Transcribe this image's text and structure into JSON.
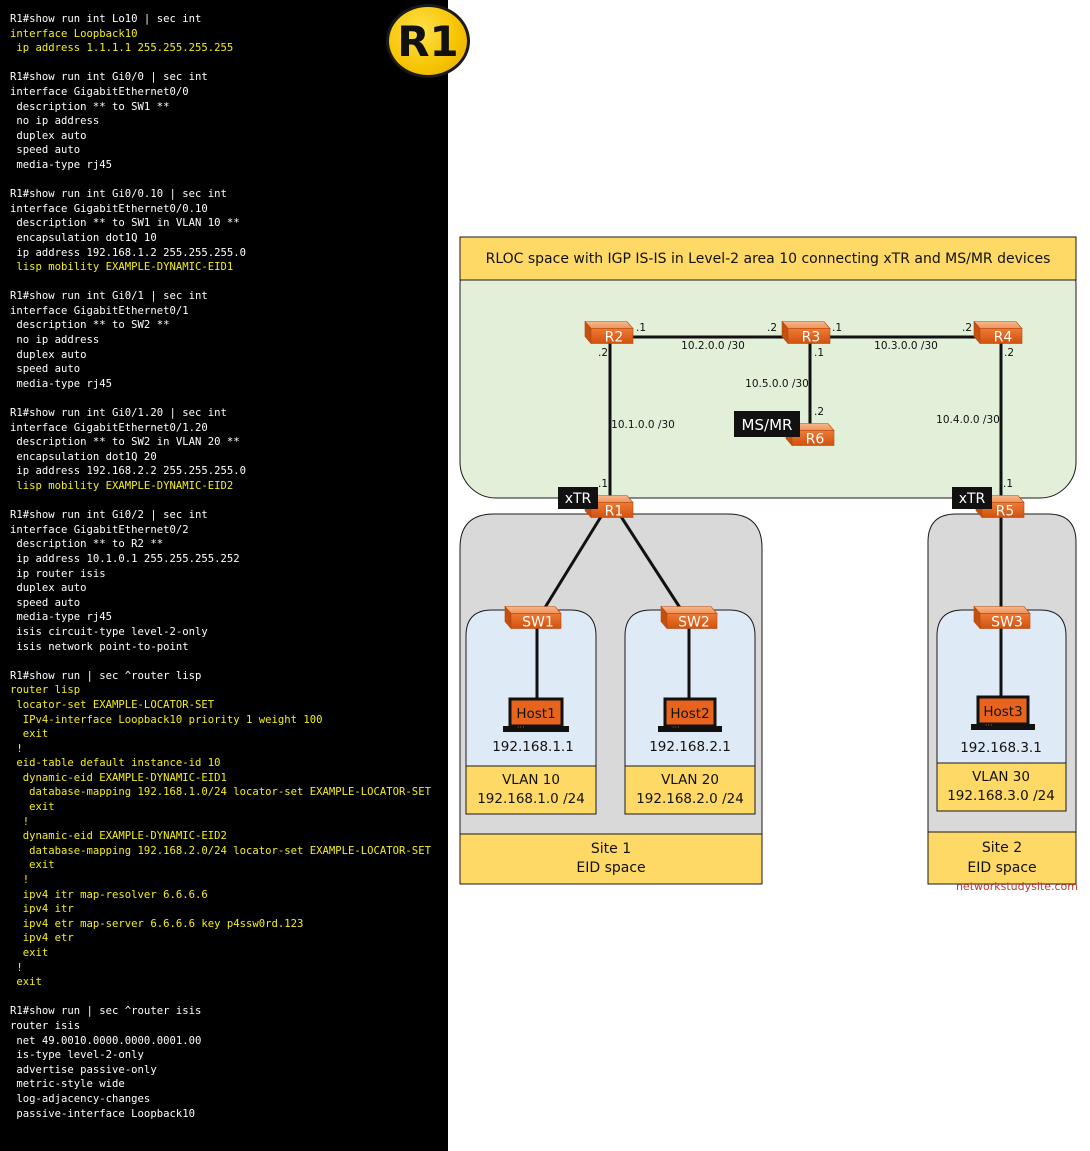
{
  "badge": "R1",
  "terminal_lines": [
    {
      "t": "R1#show run int Lo10 | sec int",
      "hl": false
    },
    {
      "t": "interface Loopback10",
      "hl": true
    },
    {
      "t": " ip address 1.1.1.1 255.255.255.255",
      "hl": true
    },
    {
      "t": "",
      "hl": false
    },
    {
      "t": "R1#show run int Gi0/0 | sec int",
      "hl": false
    },
    {
      "t": "interface GigabitEthernet0/0",
      "hl": false
    },
    {
      "t": " description ** to SW1 **",
      "hl": false
    },
    {
      "t": " no ip address",
      "hl": false
    },
    {
      "t": " duplex auto",
      "hl": false
    },
    {
      "t": " speed auto",
      "hl": false
    },
    {
      "t": " media-type rj45",
      "hl": false
    },
    {
      "t": "",
      "hl": false
    },
    {
      "t": "R1#show run int Gi0/0.10 | sec int",
      "hl": false
    },
    {
      "t": "interface GigabitEthernet0/0.10",
      "hl": false
    },
    {
      "t": " description ** to SW1 in VLAN 10 **",
      "hl": false
    },
    {
      "t": " encapsulation dot1Q 10",
      "hl": false
    },
    {
      "t": " ip address 192.168.1.2 255.255.255.0",
      "hl": false
    },
    {
      "t": " lisp mobility EXAMPLE-DYNAMIC-EID1",
      "hl": true
    },
    {
      "t": "",
      "hl": false
    },
    {
      "t": "R1#show run int Gi0/1 | sec int",
      "hl": false
    },
    {
      "t": "interface GigabitEthernet0/1",
      "hl": false
    },
    {
      "t": " description ** to SW2 **",
      "hl": false
    },
    {
      "t": " no ip address",
      "hl": false
    },
    {
      "t": " duplex auto",
      "hl": false
    },
    {
      "t": " speed auto",
      "hl": false
    },
    {
      "t": " media-type rj45",
      "hl": false
    },
    {
      "t": "",
      "hl": false
    },
    {
      "t": "R1#show run int Gi0/1.20 | sec int",
      "hl": false
    },
    {
      "t": "interface GigabitEthernet0/1.20",
      "hl": false
    },
    {
      "t": " description ** to SW2 in VLAN 20 **",
      "hl": false
    },
    {
      "t": " encapsulation dot1Q 20",
      "hl": false
    },
    {
      "t": " ip address 192.168.2.2 255.255.255.0",
      "hl": false
    },
    {
      "t": " lisp mobility EXAMPLE-DYNAMIC-EID2",
      "hl": true
    },
    {
      "t": "",
      "hl": false
    },
    {
      "t": "R1#show run int Gi0/2 | sec int",
      "hl": false
    },
    {
      "t": "interface GigabitEthernet0/2",
      "hl": false
    },
    {
      "t": " description ** to R2 **",
      "hl": false
    },
    {
      "t": " ip address 10.1.0.1 255.255.255.252",
      "hl": false
    },
    {
      "t": " ip router isis",
      "hl": false
    },
    {
      "t": " duplex auto",
      "hl": false
    },
    {
      "t": " speed auto",
      "hl": false
    },
    {
      "t": " media-type rj45",
      "hl": false
    },
    {
      "t": " isis circuit-type level-2-only",
      "hl": false
    },
    {
      "t": " isis network point-to-point",
      "hl": false
    },
    {
      "t": "",
      "hl": false
    },
    {
      "t": "R1#show run | sec ^router lisp",
      "hl": false
    },
    {
      "t": "router lisp",
      "hl": true
    },
    {
      "t": " locator-set EXAMPLE-LOCATOR-SET",
      "hl": true
    },
    {
      "t": "  IPv4-interface Loopback10 priority 1 weight 100",
      "hl": true
    },
    {
      "t": "  exit",
      "hl": true
    },
    {
      "t": " !",
      "hl": true
    },
    {
      "t": " eid-table default instance-id 10",
      "hl": true
    },
    {
      "t": "  dynamic-eid EXAMPLE-DYNAMIC-EID1",
      "hl": true
    },
    {
      "t": "   database-mapping 192.168.1.0/24 locator-set EXAMPLE-LOCATOR-SET",
      "hl": true
    },
    {
      "t": "   exit",
      "hl": true
    },
    {
      "t": "  !",
      "hl": true
    },
    {
      "t": "  dynamic-eid EXAMPLE-DYNAMIC-EID2",
      "hl": true
    },
    {
      "t": "   database-mapping 192.168.2.0/24 locator-set EXAMPLE-LOCATOR-SET",
      "hl": true
    },
    {
      "t": "   exit",
      "hl": true
    },
    {
      "t": "  !",
      "hl": true
    },
    {
      "t": "  ipv4 itr map-resolver 6.6.6.6",
      "hl": true
    },
    {
      "t": "  ipv4 itr",
      "hl": true
    },
    {
      "t": "  ipv4 etr map-server 6.6.6.6 key p4ssw0rd.123",
      "hl": true
    },
    {
      "t": "  ipv4 etr",
      "hl": true
    },
    {
      "t": "  exit",
      "hl": true
    },
    {
      "t": " !",
      "hl": true
    },
    {
      "t": " exit",
      "hl": true
    },
    {
      "t": "",
      "hl": false
    },
    {
      "t": "R1#show run | sec ^router isis",
      "hl": false
    },
    {
      "t": "router isis",
      "hl": false
    },
    {
      "t": " net 49.0010.0000.0000.0001.00",
      "hl": false
    },
    {
      "t": " is-type level-2-only",
      "hl": false
    },
    {
      "t": " advertise passive-only",
      "hl": false
    },
    {
      "t": " metric-style wide",
      "hl": false
    },
    {
      "t": " log-adjacency-changes",
      "hl": false
    },
    {
      "t": " passive-interface Loopback10",
      "hl": false
    }
  ],
  "diagram": {
    "rloc_title": "RLOC space with IGP IS-IS in Level-2 area 10 connecting xTR and MS/MR devices",
    "routers": {
      "r1": "R1",
      "r2": "R2",
      "r3": "R3",
      "r4": "R4",
      "r5": "R5",
      "r6": "R6"
    },
    "switches": {
      "sw1": "SW1",
      "sw2": "SW2",
      "sw3": "SW3"
    },
    "hosts": [
      {
        "name": "Host1",
        "ip": "192.168.1.1"
      },
      {
        "name": "Host2",
        "ip": "192.168.2.1"
      },
      {
        "name": "Host3",
        "ip": "192.168.3.1"
      }
    ],
    "roles": {
      "ms_mr": "MS/MR",
      "xtr1": "xTR",
      "xtr5": "xTR"
    },
    "subnets": {
      "r2_r3": "10.2.0.0 /30",
      "r3_r4": "10.3.0.0 /30",
      "r3_r6": "10.5.0.0 /30",
      "r1_r2": "10.1.0.0 /30",
      "r4_r5": "10.4.0.0 /30"
    },
    "interfaces": {
      "r2_right": ".1",
      "r3_left": ".2",
      "r3_right": ".1",
      "r4_left": ".2",
      "r2_bottom": ".2",
      "r3_bottom": ".1",
      "r6_top": ".2",
      "r4_bottom": ".2",
      "r1_top": ".1",
      "r5_top": ".1"
    },
    "vlans": [
      {
        "name": "VLAN 10",
        "subnet": "192.168.1.0 /24"
      },
      {
        "name": "VLAN 20",
        "subnet": "192.168.2.0 /24"
      },
      {
        "name": "VLAN 30",
        "subnet": "192.168.3.0 /24"
      }
    ],
    "sites": [
      {
        "name": "Site 1",
        "space": "EID space"
      },
      {
        "name": "Site 2",
        "space": "EID space"
      }
    ],
    "watermark": "networkstudysite.com"
  },
  "colors": {
    "terminal_bg": "#000000",
    "terminal_text": "#ffffff",
    "terminal_highlight": "#f4ef1c",
    "badge": "#f6c300",
    "rloc_area": "#e2efd9",
    "banner": "#fed966",
    "site_area": "#d9d9d9",
    "vlan_area": "#deebf7",
    "router": "#e8641c",
    "watermark": "#c0392b"
  }
}
